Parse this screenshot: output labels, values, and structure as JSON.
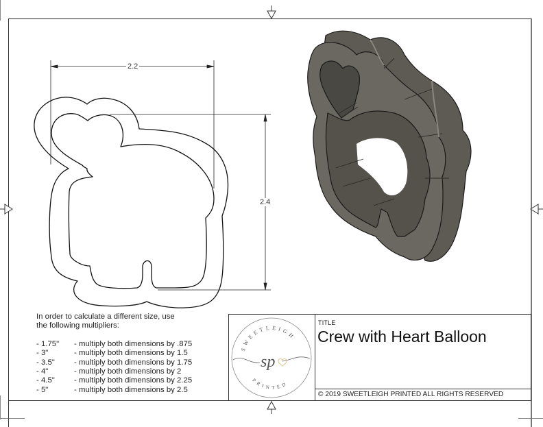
{
  "drawing": {
    "title_label": "TITLE",
    "title": "Crew with Heart Balloon",
    "copyright": "© 2019  SWEETLEIGH PRINTED  ALL RIGHTS RESERVED"
  },
  "dimensions": {
    "width": "2.2",
    "height": "2.4"
  },
  "notes": {
    "intro_line1": "In order to calculate a different size, use",
    "intro_line2": "the following multipliers:",
    "multipliers": [
      {
        "size": "- 1.75\"",
        "text": "- multiply both dimensions by .875"
      },
      {
        "size": "- 3\"",
        "text": "- multiply both dimensions by 1.5"
      },
      {
        "size": "- 3.5\"",
        "text": "- multiply both dimensions by 1.75"
      },
      {
        "size": "- 4\"",
        "text": "- multiply both dimensions by 2"
      },
      {
        "size": "- 4.5\"",
        "text": "- multiply both dimensions by 2.25"
      },
      {
        "size": "- 5\"",
        "text": "- multiply both dimensions by 2.5"
      }
    ]
  },
  "logo": {
    "top_text": "SWEETLEIGH",
    "monogram": "sp",
    "bottom_text": "PRINTED",
    "accent_color": "#e8d9a8"
  },
  "colors": {
    "line": "#111111",
    "model_body": "#6b6862",
    "model_dark": "#3f3d39",
    "model_light": "#8a877f"
  },
  "markers": {
    "icon": "centering-arrow-icon",
    "positions": [
      "top",
      "bottom",
      "left",
      "right"
    ]
  }
}
